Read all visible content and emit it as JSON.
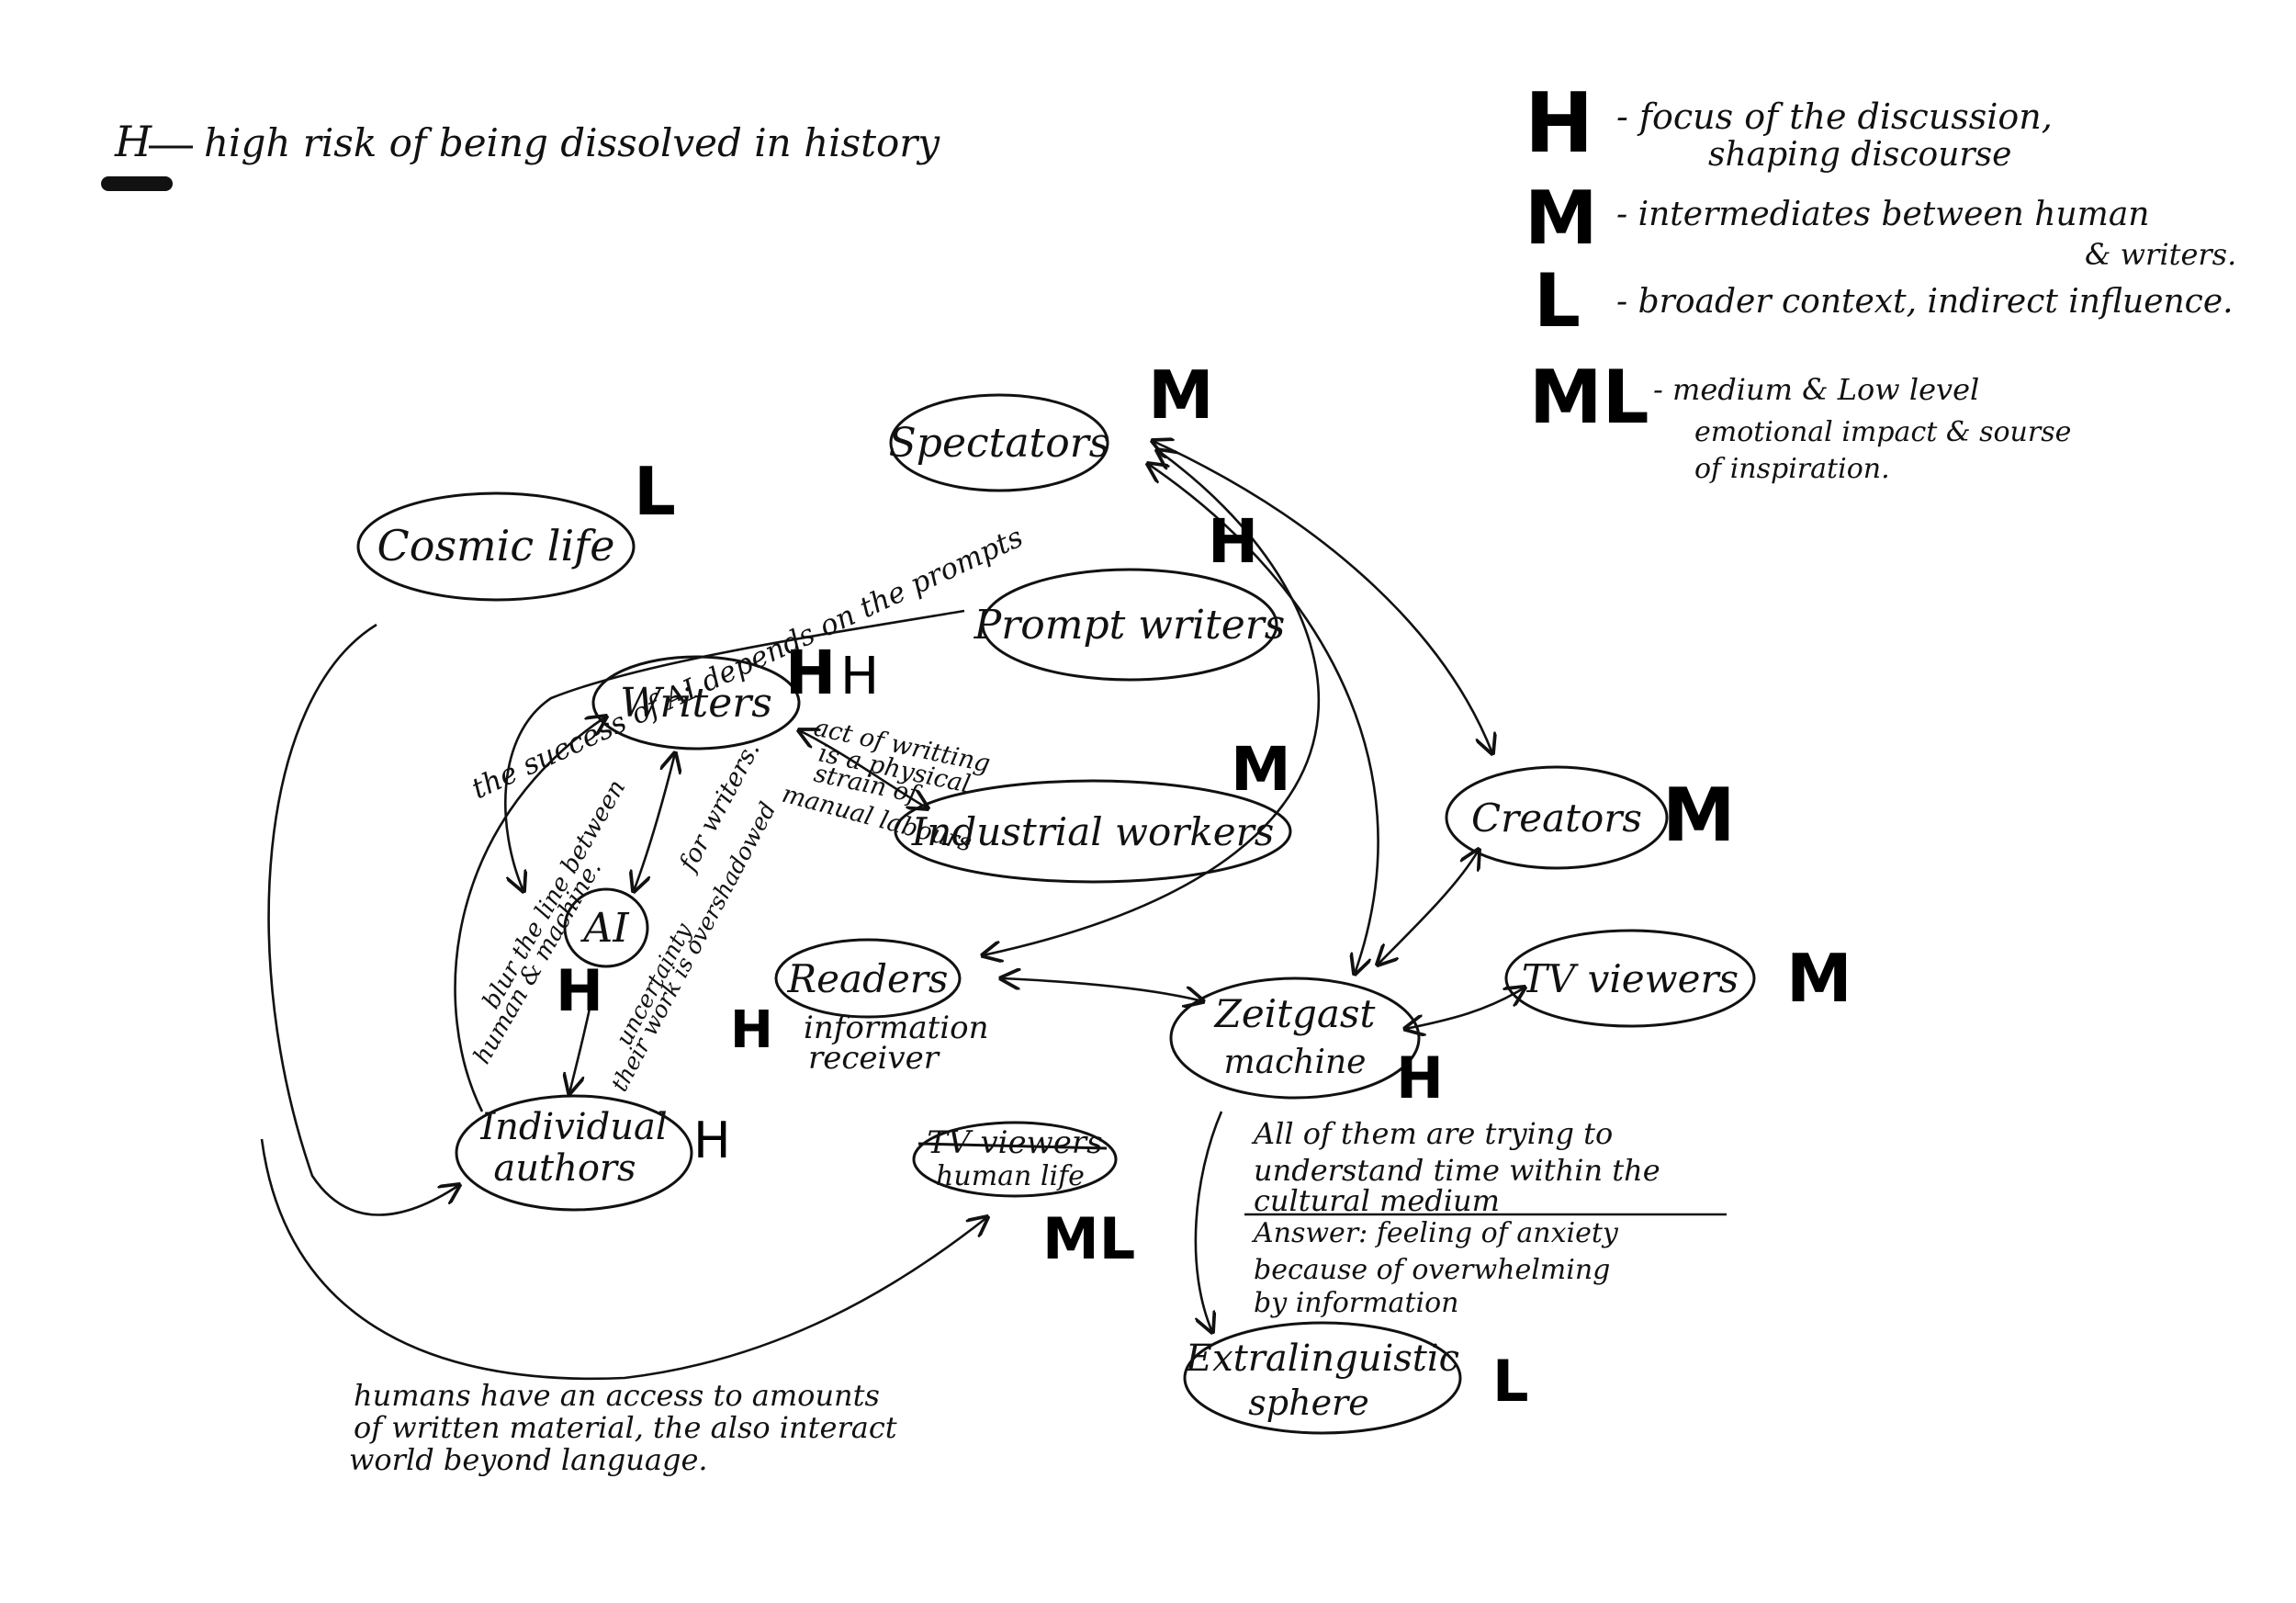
{
  "title": {
    "mark": "H",
    "text": "high risk of being dissolved in history"
  },
  "legend": [
    {
      "mark": "H",
      "line1": "- focus of the discussion,",
      "line2": "shaping discourse"
    },
    {
      "mark": "M",
      "line1": "- intermediates between human",
      "line2": "& writers."
    },
    {
      "mark": "L",
      "line1": "- broader context, indirect influence.",
      "line2": ""
    },
    {
      "mark": "ML",
      "line1": "- medium & Low level",
      "line2": "emotional impact & sourse",
      "line3": "of inspiration."
    }
  ],
  "nodes": {
    "spectators": {
      "label": "Spectators",
      "mark": "M"
    },
    "cosmic_life": {
      "label": "Cosmic life",
      "mark": "L"
    },
    "prompt_writers": {
      "label": "Prompt writers",
      "mark": "H"
    },
    "writers": {
      "label": "Writers",
      "mark": "H",
      "mark2": "H"
    },
    "industrial_workers": {
      "label": "Industrial workers",
      "mark": "M"
    },
    "creators": {
      "label": "Creators",
      "mark": "M"
    },
    "ai": {
      "label": "AI",
      "mark": "H"
    },
    "readers": {
      "label": "Readers",
      "mark": "H",
      "sub1": "information",
      "sub2": "receiver"
    },
    "zeitgeist": {
      "label1": "Zeitgast",
      "label2": "machine",
      "mark": "H"
    },
    "tv_viewers": {
      "label": "TV viewers",
      "mark": "M"
    },
    "individual_authors": {
      "label1": "Individual",
      "label2": "authors",
      "mark": "H"
    },
    "human_life": {
      "struck": "TV viewers",
      "label": "human life",
      "mark": "ML"
    },
    "extralinguistic": {
      "label1": "Extralinguistic",
      "label2": "sphere",
      "mark": "L"
    }
  },
  "annotations": {
    "prompts": "the success of AI depends on the prompts",
    "physical_1": "act of writting",
    "physical_2": "is a physical",
    "strain_1": "strain of",
    "strain_2": "manual labours",
    "for_writers": "for writers.",
    "blur_1": "blur the line between",
    "blur_2": "human & machine.",
    "uncert_1": "uncertainty",
    "uncert_2": "their work is overshadowed",
    "all_1": "All of them are trying to",
    "all_2": "understand time within the",
    "all_3": "cultural medium",
    "answer_1": "Answer: feeling of anxiety",
    "answer_2": "because of overwhelming",
    "answer_3": "by information",
    "humans_1": "humans have an access to amounts",
    "humans_2": "of written material, the also interact",
    "humans_3": "world beyond language."
  }
}
